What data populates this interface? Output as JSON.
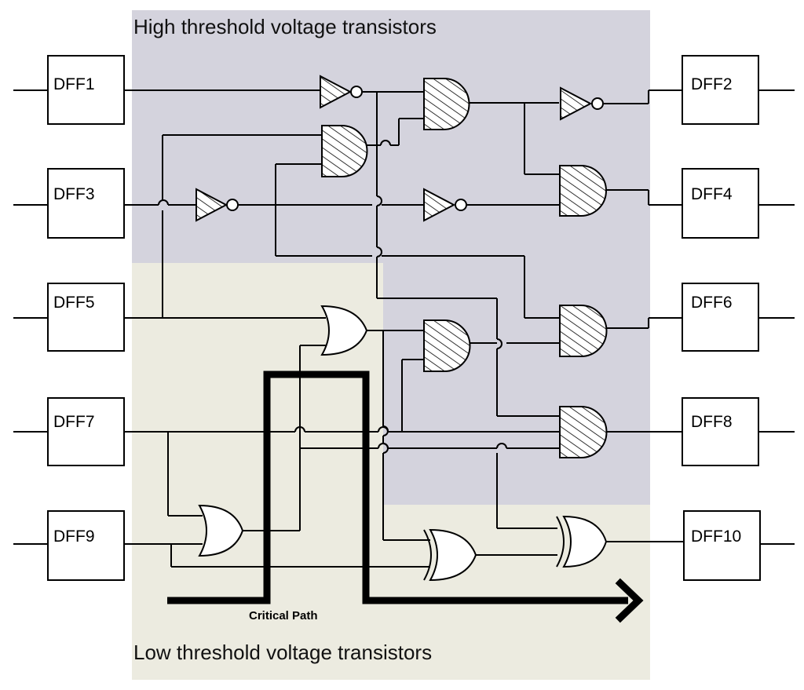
{
  "regions": {
    "high_vt_label": "High threshold voltage transistors",
    "low_vt_label": "Low threshold voltage  transistors",
    "high_vt_color": "#d4d3dd",
    "low_vt_color": "#ecebe0"
  },
  "flip_flops": {
    "dff1": "DFF1",
    "dff2": "DFF2",
    "dff3": "DFF3",
    "dff4": "DFF4",
    "dff5": "DFF5",
    "dff6": "DFF6",
    "dff7": "DFF7",
    "dff8": "DFF8",
    "dff9": "DFF9",
    "dff10": "DFF10"
  },
  "critical_path": {
    "label": "Critical Path"
  }
}
